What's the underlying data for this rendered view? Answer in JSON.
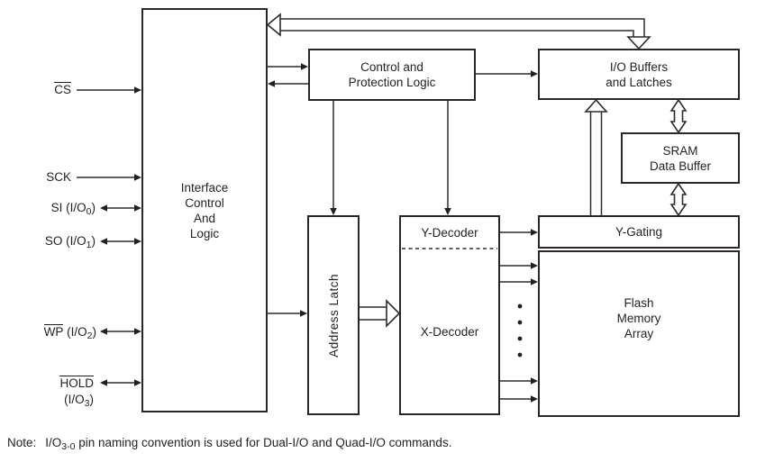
{
  "diagram": {
    "colors": {
      "ink": "#231f20",
      "background": "#ffffff"
    },
    "blocks": {
      "interface": {
        "l1": "Interface",
        "l2": "Control",
        "l3": "And",
        "l4": "Logic"
      },
      "control": {
        "l1": "Control and",
        "l2": "Protection Logic"
      },
      "io_buffers": {
        "l1": "I/O Buffers",
        "l2": "and Latches"
      },
      "sram": {
        "l1": "SRAM",
        "l2": "Data Buffer"
      },
      "y_gating": {
        "l1": "Y-Gating"
      },
      "flash": {
        "l1": "Flash",
        "l2": "Memory",
        "l3": "Array"
      },
      "address_latch": {
        "l1": "Address Latch"
      },
      "decoder": {
        "y": "Y-Decoder",
        "x": "X-Decoder"
      }
    },
    "pins": [
      {
        "over": "CS"
      },
      {
        "label": "SCK"
      },
      {
        "pre": "SI (I/O",
        "sub": "0",
        "post": ")"
      },
      {
        "pre": "SO (I/O",
        "sub": "1",
        "post": ")"
      },
      {
        "over": "WP",
        "pre": " (I/O",
        "sub": "2",
        "post": ")"
      },
      {
        "over": "HOLD",
        "pre": "(I/O",
        "sub": "3",
        "post": ")"
      }
    ],
    "note": {
      "prefix": "Note:",
      "t1": "I/O",
      "sub": "3-0",
      "t2": " pin naming convention is used for Dual-I/O and Quad-I/O commands."
    }
  }
}
